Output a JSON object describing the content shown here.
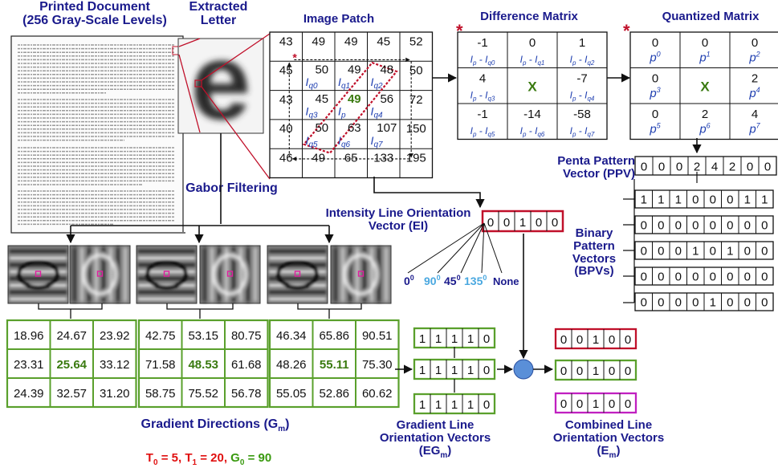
{
  "titles": {
    "printed_document": "Printed   Document",
    "gray_levels": "(256 Gray-Scale Levels)",
    "extracted_letter_1": "Extracted",
    "extracted_letter_2": "Letter",
    "image_patch": "Image Patch",
    "difference_matrix": "Difference Matrix",
    "quantized_matrix": "Quantized    Matrix",
    "gabor_filtering": "Gabor Filtering",
    "ppv_1": "Penta Pattern",
    "ppv_2": "Vector (PPV)",
    "ei_1": "Intensity Line Orientation",
    "ei_2": "Vector (EI)",
    "bpv_1": "Binary",
    "bpv_2": "Pattern",
    "bpv_3": "Vectors",
    "bpv_4": "(BPVs)",
    "gradient_directions": "Gradient Directions  (G",
    "gradient_directions_sub": "m",
    "gradient_directions_end": ")",
    "eg_1": "Gradient Line",
    "eg_2": "Orientation  Vectors",
    "eg_3": "(EG",
    "eg_3_sub": "m",
    "eg_3_end": ")",
    "cl_1": "Combined Line",
    "cl_2": "Orientation  Vectors",
    "cl_3": "(E",
    "cl_3_sub": "m",
    "cl_3_end": ")",
    "letter_glyph": "e"
  },
  "thresholds": {
    "t0_a": "T",
    "t0_sub": "0",
    "t0_b": " = 5, ",
    "t1_a": "T",
    "t1_sub": "1",
    "t1_b": " = 20, ",
    "g0_a": "G",
    "g0_sub": "0",
    "g0_b": " = 90"
  },
  "angles": {
    "a0": "0",
    "a90": "90",
    "a45": "45",
    "a135": "135",
    "none": "None",
    "deg": "0"
  },
  "image_patch": {
    "rows": [
      [
        "43",
        "49",
        "49",
        "45",
        "52"
      ],
      [
        "45",
        "50",
        "49",
        "48",
        "50"
      ],
      [
        "43",
        "45",
        "49",
        "56",
        "72"
      ],
      [
        "40",
        "50",
        "63",
        "107",
        "150"
      ],
      [
        "46",
        "49",
        "65",
        "133",
        "195"
      ]
    ],
    "q_labels": [
      "I",
      "q0",
      "I",
      "q1",
      "I",
      "q2",
      "I",
      "q3",
      "I",
      "p",
      "I",
      "q4",
      "I",
      "q5",
      "I",
      "q6",
      "I",
      "q7"
    ]
  },
  "difference_matrix": {
    "cells": [
      {
        "v": "-1",
        "l": "q0"
      },
      {
        "v": "0",
        "l": "q1"
      },
      {
        "v": "1",
        "l": "q2"
      },
      {
        "v": "4",
        "l": "q3"
      },
      {
        "v": "X",
        "l": ""
      },
      {
        "v": "-7",
        "l": "q4"
      },
      {
        "v": "-1",
        "l": "q5"
      },
      {
        "v": "-14",
        "l": "q6"
      },
      {
        "v": "-58",
        "l": "q7"
      }
    ],
    "ip": "I",
    "ip_sub": "p",
    "dash": " - I"
  },
  "quantized_matrix": {
    "cells": [
      {
        "v": "0",
        "p": "0"
      },
      {
        "v": "0",
        "p": "1"
      },
      {
        "v": "0",
        "p": "2"
      },
      {
        "v": "0",
        "p": "3"
      },
      {
        "v": "X",
        "p": ""
      },
      {
        "v": "2",
        "p": "4"
      },
      {
        "v": "0",
        "p": "5"
      },
      {
        "v": "2",
        "p": "6"
      },
      {
        "v": "4",
        "p": "7"
      }
    ],
    "p_letter": "p"
  },
  "star": "*",
  "ppv": [
    "0",
    "0",
    "0",
    "2",
    "4",
    "2",
    "0",
    "0"
  ],
  "ei": [
    "0",
    "0",
    "1",
    "0",
    "0"
  ],
  "bpvs": [
    [
      "1",
      "1",
      "1",
      "0",
      "0",
      "0",
      "1",
      "1"
    ],
    [
      "0",
      "0",
      "0",
      "0",
      "0",
      "0",
      "0",
      "0"
    ],
    [
      "0",
      "0",
      "0",
      "1",
      "0",
      "1",
      "0",
      "0"
    ],
    [
      "0",
      "0",
      "0",
      "0",
      "0",
      "0",
      "0",
      "0"
    ],
    [
      "0",
      "0",
      "0",
      "0",
      "1",
      "0",
      "0",
      "0"
    ]
  ],
  "gradients": [
    [
      [
        "18.96",
        "24.67",
        "23.92"
      ],
      [
        "23.31",
        "25.64",
        "33.12"
      ],
      [
        "24.39",
        "32.57",
        "31.20"
      ]
    ],
    [
      [
        "42.75",
        "53.15",
        "80.75"
      ],
      [
        "71.58",
        "48.53",
        "61.68"
      ],
      [
        "58.75",
        "75.52",
        "56.78"
      ]
    ],
    [
      [
        "46.34",
        "65.86",
        "90.51"
      ],
      [
        "48.26",
        "55.11",
        "75.30"
      ],
      [
        "55.05",
        "52.86",
        "60.62"
      ]
    ]
  ],
  "eg_vectors": [
    [
      "1",
      "1",
      "1",
      "1",
      "0"
    ],
    [
      "1",
      "1",
      "1",
      "1",
      "0"
    ],
    [
      "1",
      "1",
      "1",
      "1",
      "0"
    ]
  ],
  "combined_vectors": [
    [
      "0",
      "0",
      "1",
      "0",
      "0"
    ],
    [
      "0",
      "0",
      "1",
      "0",
      "0"
    ],
    [
      "0",
      "0",
      "1",
      "0",
      "0"
    ]
  ],
  "colors": {
    "title_blue": "#1a1a8c",
    "q_blue": "#1f3fb0",
    "green_border": "#5aa02c",
    "red_border": "#c0102a",
    "magenta_border": "#c020c0",
    "x_green": "#3a7a10",
    "light_blue": "#4aa8e0",
    "circle_blue": "#5a8fd8",
    "threshold_red": "#e01010",
    "threshold_green": "#3a9a10"
  }
}
